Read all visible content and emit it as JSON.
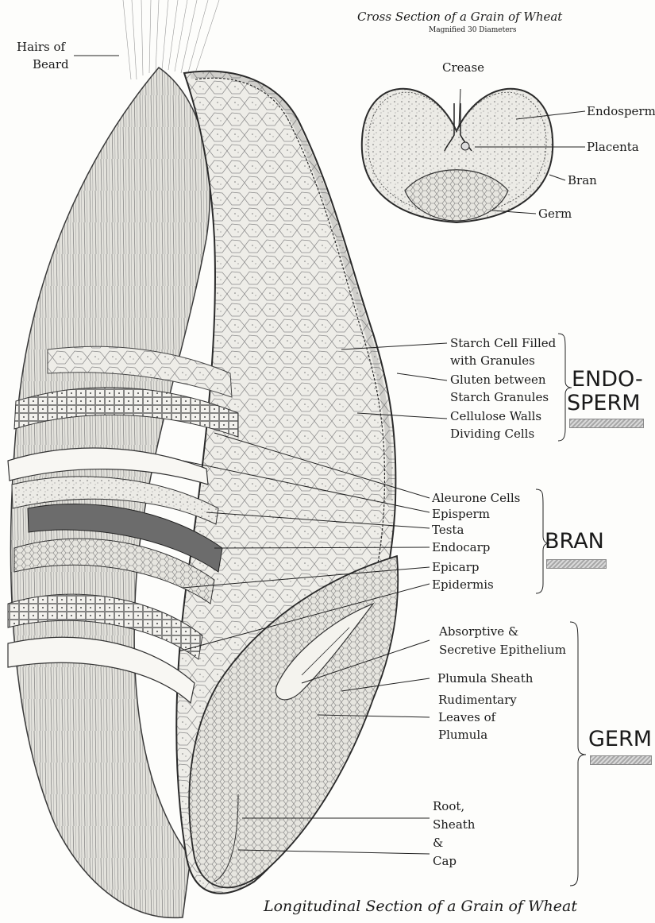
{
  "titles": {
    "cross_section": "Cross Section of a Grain of Wheat",
    "magnification": "Magnified 30 Diameters",
    "longitudinal": "Longitudinal Section of a Grain of Wheat"
  },
  "labels": {
    "hairs_1": "Hairs of",
    "hairs_2": "Beard",
    "crease": "Crease",
    "endosperm_small": "Endosperm",
    "placenta": "Placenta",
    "bran_small": "Bran",
    "germ_small": "Germ",
    "starch_1": "Starch Cell Filled",
    "starch_2": "with Granules",
    "gluten_1": "Gluten between",
    "gluten_2": "Starch Granules",
    "cellulose_1": "Cellulose Walls",
    "cellulose_2": "Dividing Cells",
    "aleurone": "Aleurone Cells",
    "episperm": "Episperm",
    "testa": "Testa",
    "endocarp": "Endocarp",
    "epicarp": "Epicarp",
    "epidermis": "Epidermis",
    "absorptive_1": "Absorptive &",
    "absorptive_2": "Secretive Epithelium",
    "plumula_sheath": "Plumula Sheath",
    "rudimentary_1": "Rudimentary",
    "rudimentary_2": "Leaves of",
    "rudimentary_3": "Plumula",
    "root_1": "Root,",
    "root_2": "Sheath",
    "root_3": "&",
    "root_4": "Cap"
  },
  "groups": {
    "endosperm_1": "ENDO-",
    "endosperm_2": "SPERM",
    "bran": "BRAN",
    "germ": "GERM"
  }
}
